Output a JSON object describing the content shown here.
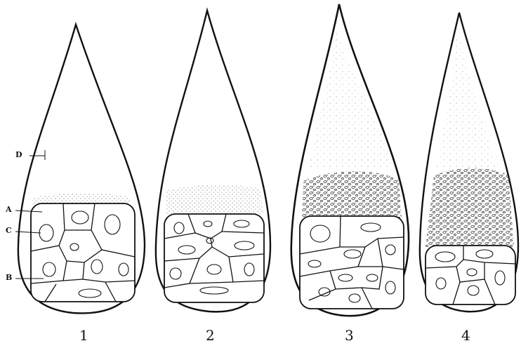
{
  "figure": {
    "panel_numbers": [
      "1",
      "2",
      "3",
      "4"
    ],
    "labels": {
      "a": "A",
      "b": "B",
      "c": "C",
      "d": "D"
    }
  }
}
